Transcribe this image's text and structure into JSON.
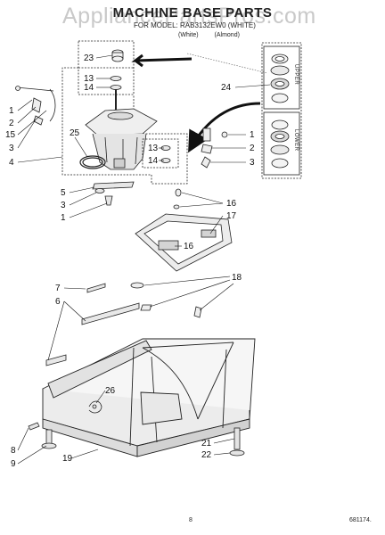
{
  "watermark": "AppliancePartsPros.com",
  "title": "MACHINE BASE PARTS",
  "subtitle": "FOR MODEL: RAB3132EW0 (WHITE)",
  "variants": [
    "(White)",
    "(Almond)"
  ],
  "side_labels": {
    "upper": "UPPER",
    "lower": "LOWER"
  },
  "callouts": {
    "c23": "23",
    "c13a": "13",
    "c14a": "14",
    "c24": "24",
    "c1a": "1",
    "c2a": "2",
    "c15": "15",
    "c3a": "3",
    "c4": "4",
    "c25": "25",
    "c13b": "13",
    "c14b": "14",
    "c1b": "1",
    "c2b": "2",
    "c3b": "3",
    "c5": "5",
    "c3c": "3",
    "c1c": "1",
    "c16a": "16",
    "c17": "17",
    "c16b": "16",
    "c7": "7",
    "c6": "6",
    "c18": "18",
    "c26": "26",
    "c8": "8",
    "c9": "9",
    "c19": "19",
    "c21": "21",
    "c22": "22"
  },
  "footer": {
    "page": "8",
    "doc_code": "681174."
  }
}
